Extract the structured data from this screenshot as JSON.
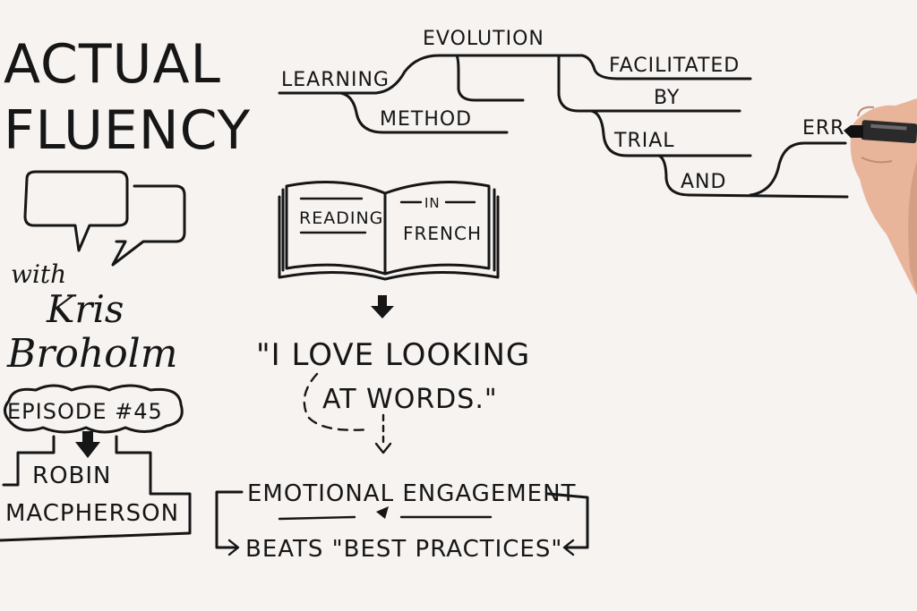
{
  "title": {
    "line1": "ACTUAL",
    "line2": "FLUENCY"
  },
  "host": {
    "with": "with",
    "first": "Kris",
    "last": "Broholm"
  },
  "episode": {
    "label": "EPISODE #45",
    "guest_first": "ROBIN",
    "guest_last": "MACPHERSON"
  },
  "flow": {
    "learning": "LEARNING",
    "evolution": "EVOLUTION",
    "method": "METHOD",
    "facilitated": "FACILITATED",
    "by": "BY",
    "trial": "TRIAL",
    "and": "AND",
    "error_partial": "ERR"
  },
  "book": {
    "left_page": "READING",
    "right_top": "IN",
    "right_bottom": "FRENCH"
  },
  "quote": {
    "line1": "\"I LOVE LOOKING",
    "line2": "AT WORDS.\""
  },
  "conclusion": {
    "line1": "EMOTIONAL ENGAGEMENT",
    "line2": "BEATS \"BEST PRACTICES\""
  },
  "colors": {
    "board": "#f6f3f1",
    "ink": "#161616",
    "skin": "#e8b49a"
  }
}
